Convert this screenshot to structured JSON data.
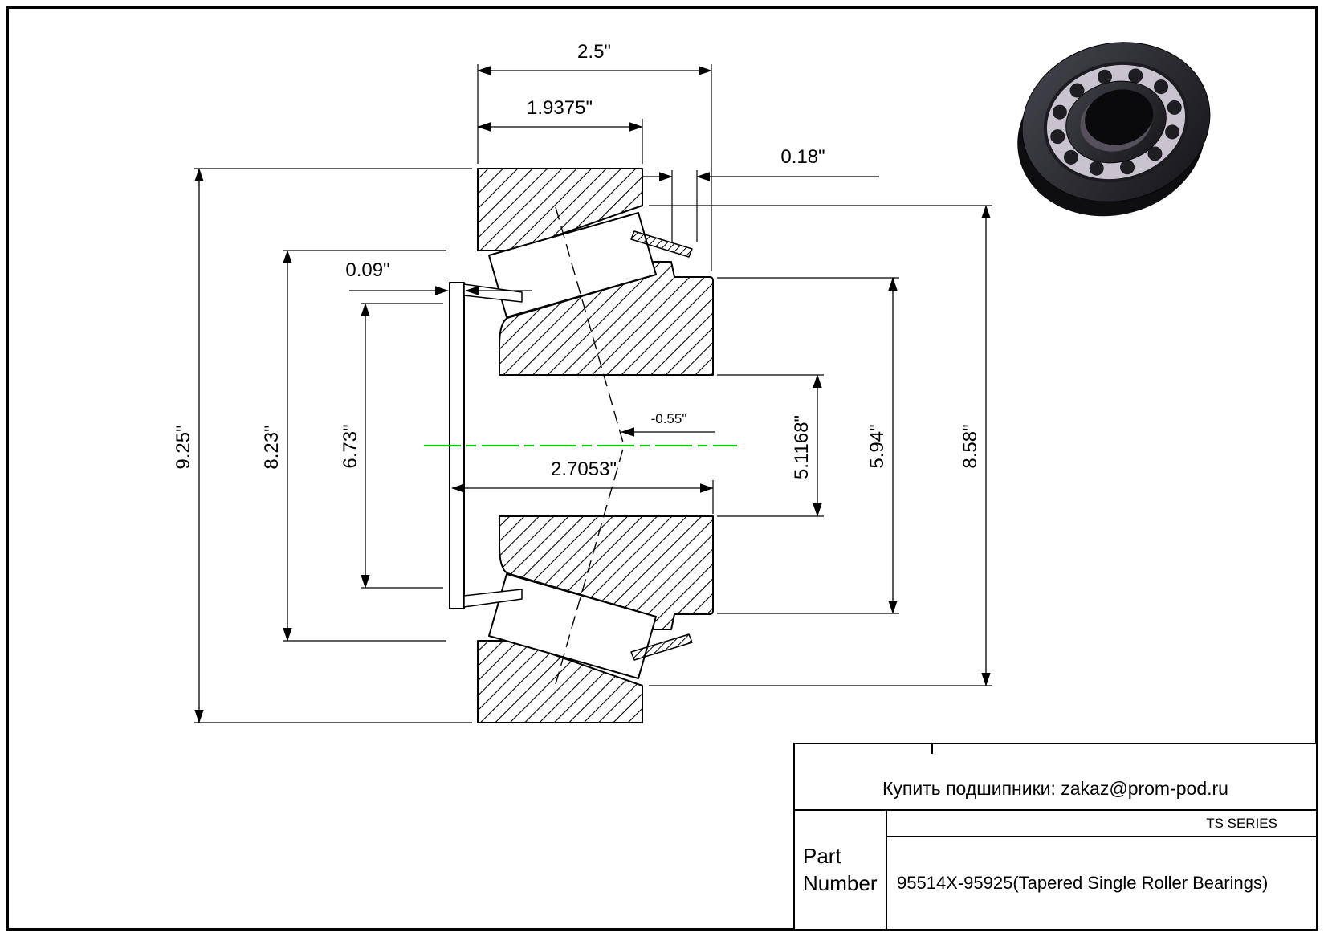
{
  "dims": {
    "overall_width": "2.5\"",
    "inner_width": "1.9375\"",
    "flange_offset": "0.18\"",
    "lip_thickness": "0.09\"",
    "outer_diameter": "9.25\"",
    "dia_8_23": "8.23\"",
    "dia_6_73": "6.73\"",
    "bore_span": "2.7053\"",
    "center_offset": "-0.55\"",
    "bore_diameter": "5.1168\"",
    "dia_5_94": "5.94\"",
    "dia_8_58": "8.58\""
  },
  "title_block": {
    "contact": "Купить подшипники: zakaz@prom-pod.ru",
    "series": "TS SERIES",
    "part_label": "Part Number",
    "part_number": "95514X-95925(Tapered Single Roller Bearings)"
  },
  "colors": {
    "centerline": "#00cc00",
    "line": "#000000"
  }
}
